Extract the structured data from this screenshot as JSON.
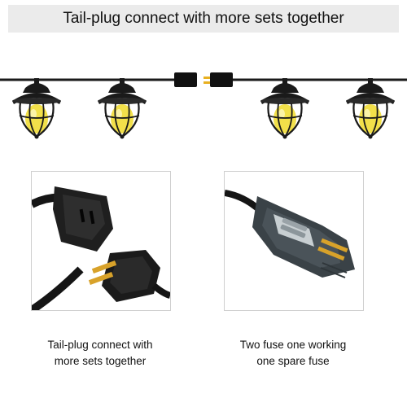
{
  "banner": {
    "title": "Tail-plug connect with more sets together"
  },
  "strand": {
    "bulb_count": 4,
    "bulb_color": "#f2e04a",
    "shade_color": "#1a1a1a",
    "connector_color": "#e8b020",
    "icons": [
      "pendant-lamp-icon",
      "tail-plug-connector-icon"
    ]
  },
  "photos": {
    "left": {
      "icon": "tail-plug-photo"
    },
    "right": {
      "icon": "fuse-compartment-photo"
    }
  },
  "captions": {
    "left": {
      "line1": "Tail-plug connect with",
      "line2": "more sets together"
    },
    "right": {
      "line1": "Two fuse one working",
      "line2": "one spare fuse"
    }
  }
}
